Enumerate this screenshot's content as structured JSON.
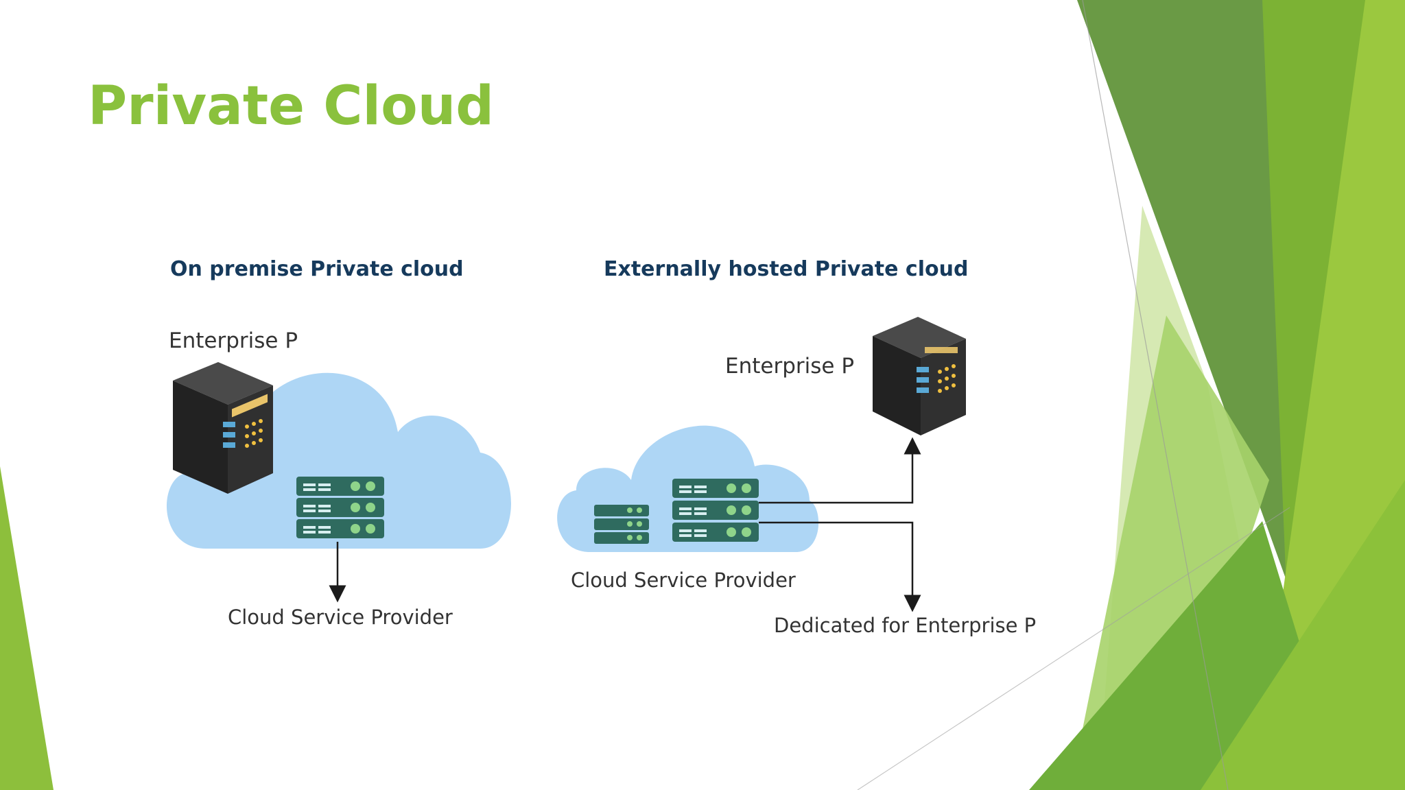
{
  "slide": {
    "title": "Private Cloud"
  },
  "diagram": {
    "left_panel": {
      "heading": "On premise Private cloud",
      "enterprise_label": "Enterprise P",
      "provider_label": "Cloud Service Provider"
    },
    "right_panel": {
      "heading": "Externally hosted Private cloud",
      "enterprise_label": "Enterprise P",
      "provider_label": "Cloud Service Provider",
      "dedicated_label": "Dedicated for Enterprise P"
    }
  },
  "colors": {
    "title": "#8ac13d",
    "heading": "#163a5c",
    "cloud": "#a9d4f5",
    "server_stack": "#2f6b5f",
    "server_led": "#8fd48a",
    "accent_green_dark": "#5e8f3a",
    "accent_green_mid": "#7db33a",
    "accent_green_light": "#a8cf5a"
  },
  "icons": {
    "enterprise_server": "server-tower-icon",
    "cloud_server": "server-stack-icon",
    "cloud": "cloud-icon"
  }
}
